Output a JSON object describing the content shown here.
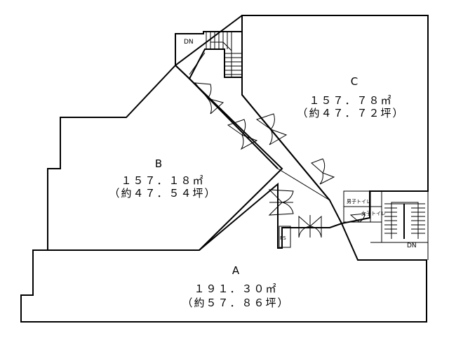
{
  "rooms": [
    {
      "id": "A",
      "label": "A",
      "area": "１９１．３０㎡",
      "tsubo": "（約５７．８６坪）"
    },
    {
      "id": "B",
      "label": "B",
      "area": "１５７．１８㎡",
      "tsubo": "（約４７．５４坪）"
    },
    {
      "id": "C",
      "label": "C",
      "area": "１５７．７８㎡",
      "tsubo": "（約４７．７２坪）"
    }
  ],
  "stairs": [
    {
      "id": "top",
      "label": "DN"
    },
    {
      "id": "right",
      "label": "DN"
    }
  ],
  "facilities": {
    "toilet_upper": "男子トイレ",
    "toilet_lower": "女子トイレ",
    "ps": "PS"
  }
}
